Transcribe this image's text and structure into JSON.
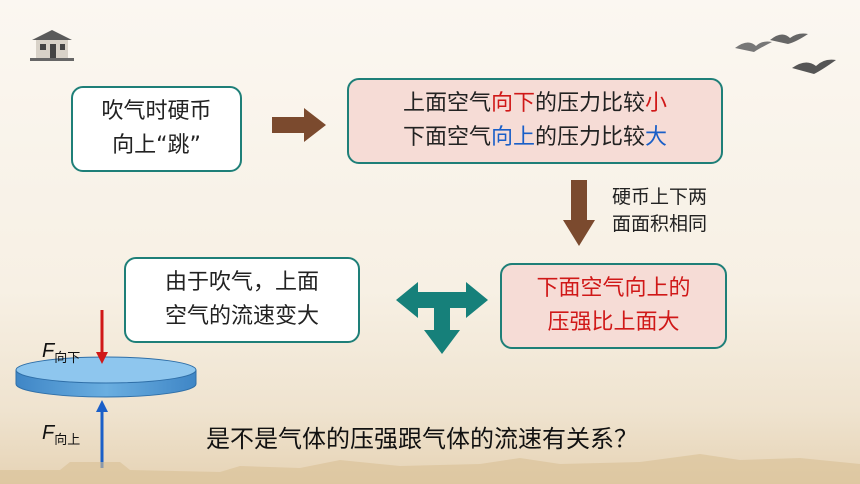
{
  "box_blow": {
    "line1": "吹气时硬币",
    "line2": "向上“跳”"
  },
  "box_pressure": {
    "line1": {
      "a": "上面空气",
      "b": "向下",
      "c": "的压力比较",
      "d": "小"
    },
    "line2": {
      "a": "下面空气",
      "b": "向上",
      "c": "的压力比较",
      "d": "大"
    }
  },
  "side_note": {
    "line1": "硬币上下两",
    "line2": "面面积相同"
  },
  "box_result": {
    "line1": "下面空气向上的",
    "line2": "压强比上面大"
  },
  "box_cause": {
    "line1": "由于吹气，上面",
    "line2": "空气的流速变大"
  },
  "force_down": {
    "symbol": "F",
    "sub": "向下"
  },
  "force_up": {
    "symbol": "F",
    "sub": "向上"
  },
  "question": "是不是气体的压强跟气体的流速有关系？",
  "colors": {
    "border": "#1e7f78",
    "arrow_brown": "#7b4a2e",
    "arrow_teal": "#16807a",
    "text_red": "#d01818",
    "text_blue": "#1a5fc8"
  }
}
